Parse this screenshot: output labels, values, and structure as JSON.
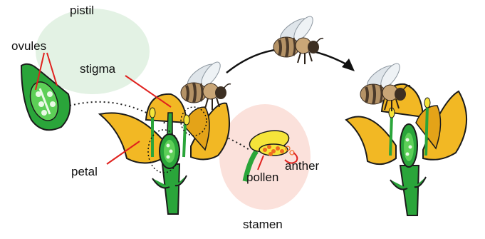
{
  "labels": {
    "pistil": "pistil",
    "ovules": "ovules",
    "stigma": "stigma",
    "petal": "petal",
    "pollen": "pollen",
    "anther": "anther",
    "stamen": "stamen"
  },
  "colors": {
    "petal_fill": "#f2b824",
    "petal_stroke": "#1b1b1b",
    "green": "#2aa53a",
    "green_light": "#5dcf57",
    "pistil_bubble": "#e3f2e4",
    "stamen_bubble": "#fbe1db",
    "pointer_red": "#e0211e",
    "pollen_orange": "#ef6b22",
    "anther_yellow": "#f5e43a",
    "bee_body": "#b49266",
    "bee_stripe": "#4b3a2a",
    "bee_wing": "#dfe5ea"
  },
  "icons": [
    "bee-icon",
    "flower-icon",
    "arrow-icon"
  ]
}
